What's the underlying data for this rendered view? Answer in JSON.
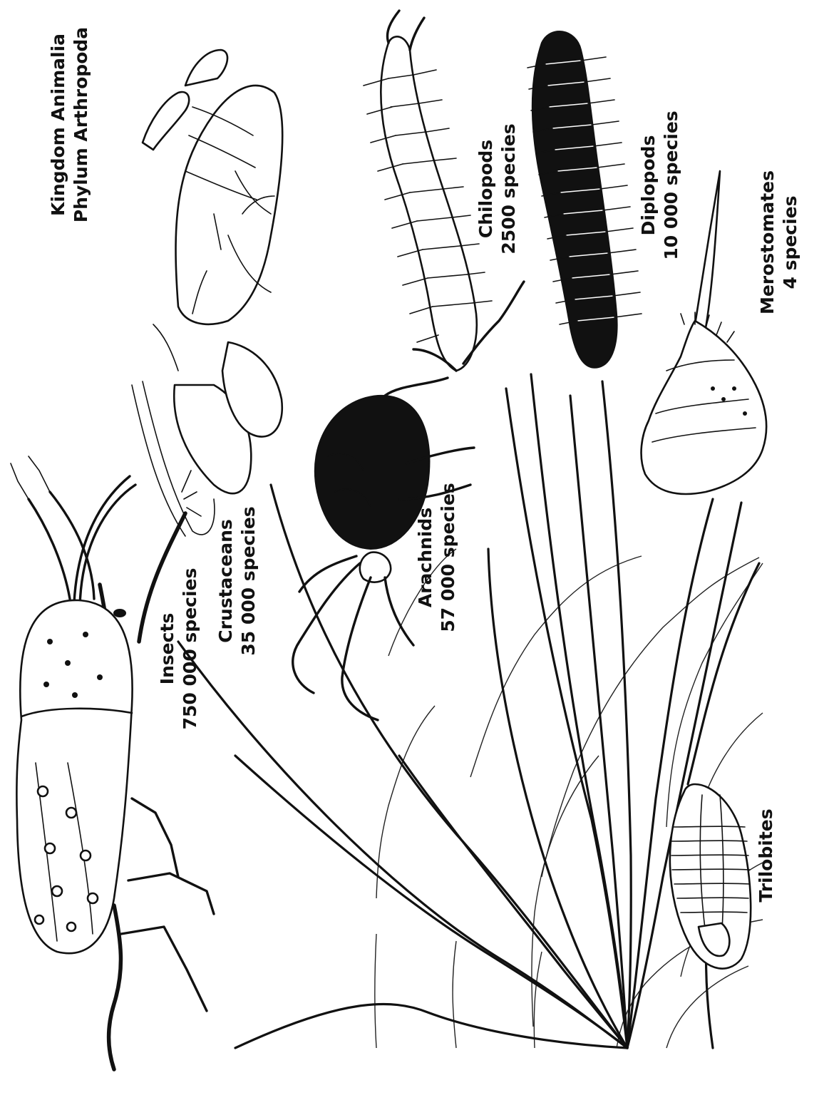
{
  "header": {
    "line1": "Kingdom Animalia",
    "line2": "Phylum Arthropoda"
  },
  "groups": [
    {
      "id": "insects",
      "name": "Insects",
      "species": "750 000 species"
    },
    {
      "id": "crustaceans",
      "name": "Crustaceans",
      "species": "35 000 species"
    },
    {
      "id": "arachnids",
      "name": "Arachnids",
      "species": "57 000 species"
    },
    {
      "id": "chilopods",
      "name": "Chilopods",
      "species": "2500 species"
    },
    {
      "id": "diplopods",
      "name": "Diplopods",
      "species": "10 000 species"
    },
    {
      "id": "merostomates",
      "name": "Merostomates",
      "species": "4 species"
    },
    {
      "id": "trilobites",
      "name": "Trilobites",
      "species": ""
    }
  ],
  "icons": [
    "beetle-icon",
    "lobster-icon",
    "spider-icon",
    "centipede-icon",
    "millipede-icon",
    "horseshoe-crab-icon",
    "trilobite-icon"
  ],
  "colors": {
    "ink": "#111111",
    "background": "#ffffff"
  }
}
